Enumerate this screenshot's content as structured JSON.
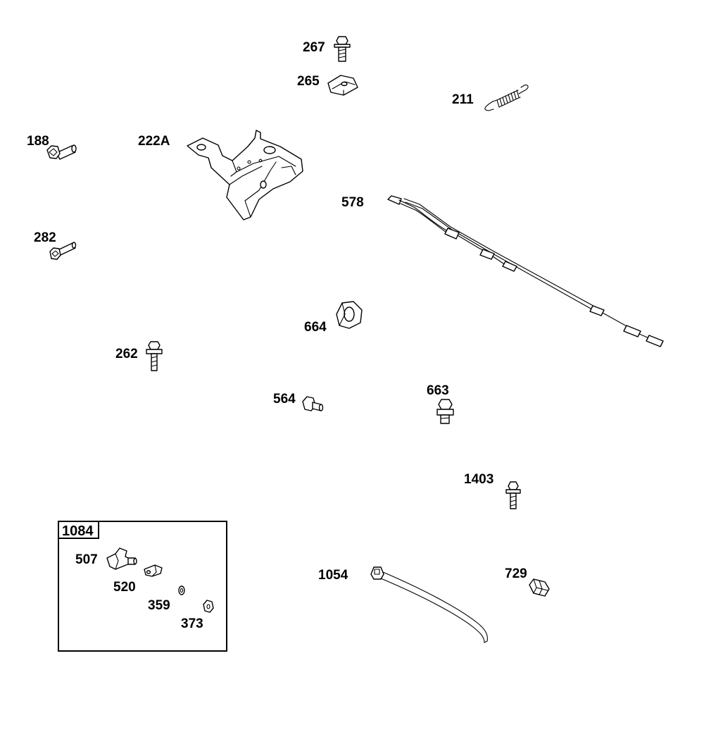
{
  "parts": [
    {
      "key": "p267",
      "label": "267"
    },
    {
      "key": "p265",
      "label": "265"
    },
    {
      "key": "p211",
      "label": "211"
    },
    {
      "key": "p188",
      "label": "188"
    },
    {
      "key": "p222A",
      "label": "222A"
    },
    {
      "key": "p578",
      "label": "578"
    },
    {
      "key": "p282",
      "label": "282"
    },
    {
      "key": "p664",
      "label": "664"
    },
    {
      "key": "p262",
      "label": "262"
    },
    {
      "key": "p564",
      "label": "564"
    },
    {
      "key": "p663",
      "label": "663"
    },
    {
      "key": "p1403",
      "label": "1403"
    },
    {
      "key": "p1054",
      "label": "1054"
    },
    {
      "key": "p729",
      "label": "729"
    }
  ],
  "kit": {
    "title": "1084",
    "parts": [
      {
        "key": "k507",
        "label": "507"
      },
      {
        "key": "k520",
        "label": "520"
      },
      {
        "key": "k359",
        "label": "359"
      },
      {
        "key": "k373",
        "label": "373"
      }
    ]
  }
}
